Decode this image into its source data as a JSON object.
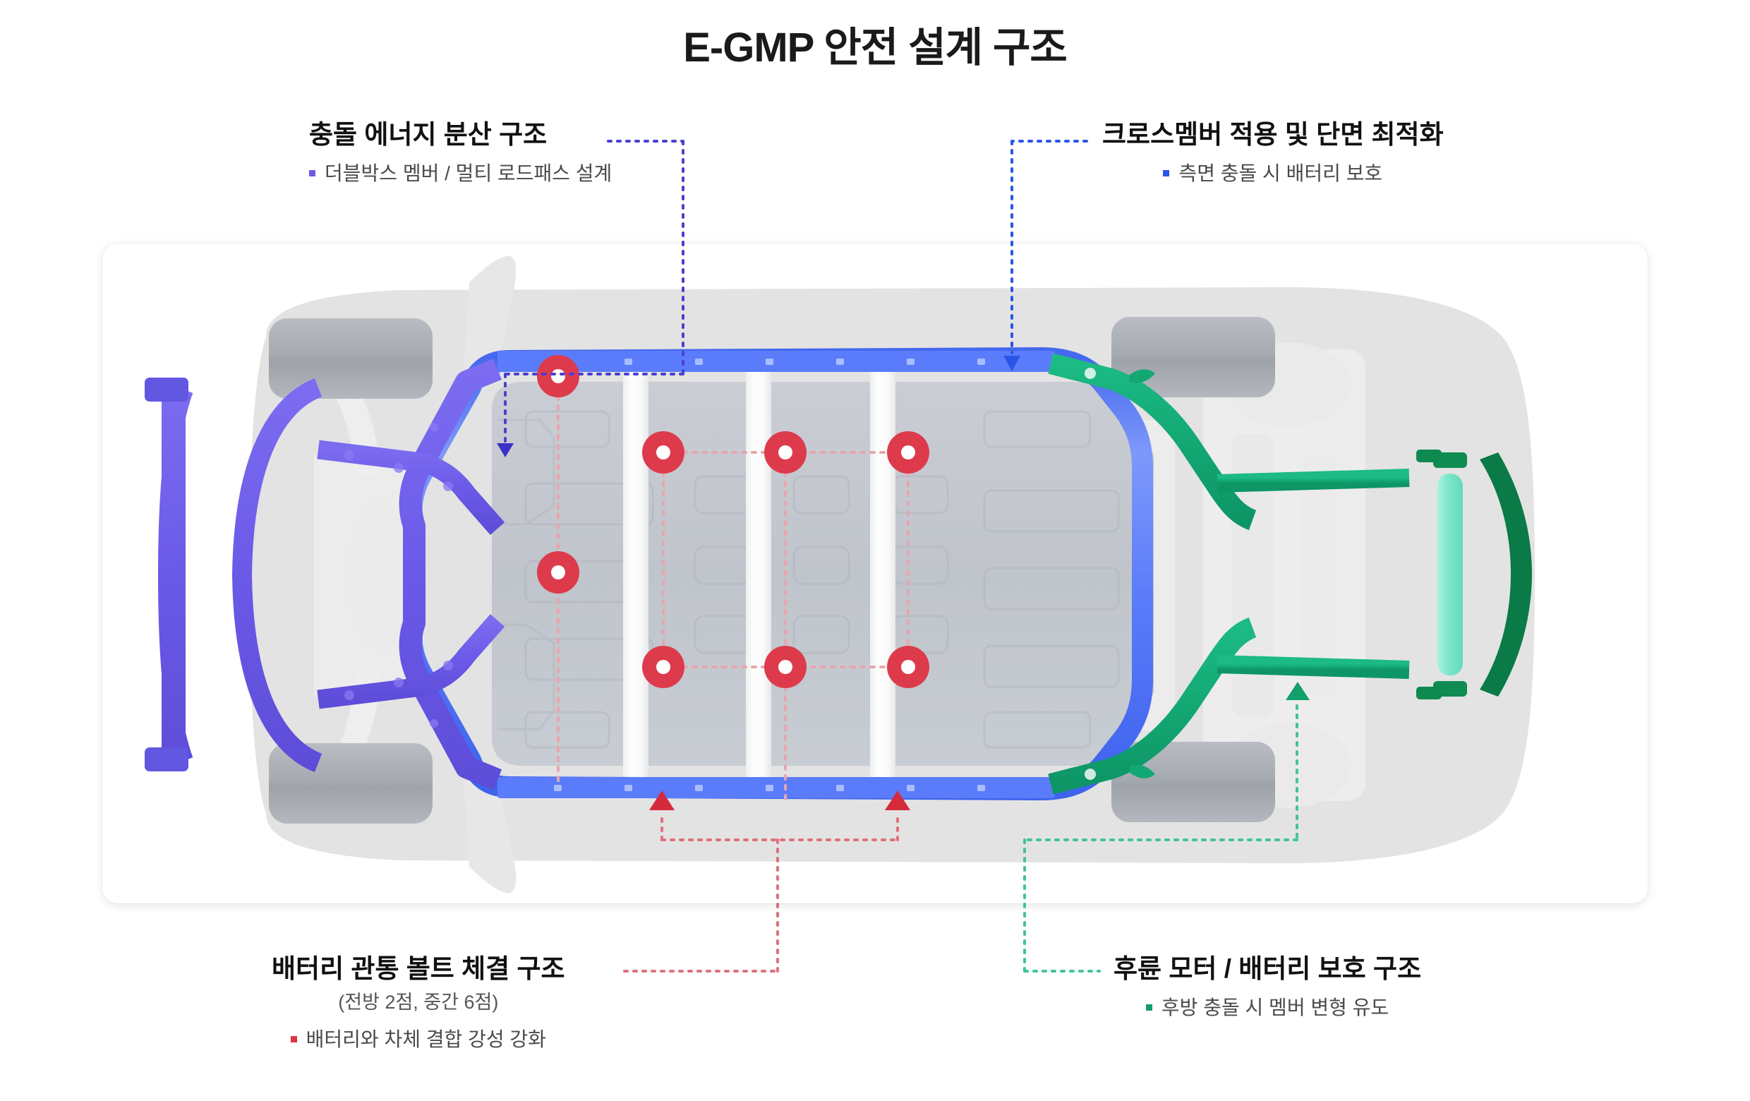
{
  "title": "E-GMP 안전 설계 구조",
  "callouts": {
    "top_left": {
      "title": "충돌 에너지 분산 구조",
      "bullet": "더블박스 멤버 / 멀티 로드패스 설계",
      "accent": "#6B5AE8"
    },
    "top_right": {
      "title": "크로스멤버 적용 및 단면 최적화",
      "bullet": "측면 충돌 시 배터리 보호",
      "accent": "#2B55E8"
    },
    "bottom_left": {
      "title": "배터리 관통 볼트 체결 구조",
      "subtitle": "(전방 2점, 중간 6점)",
      "bullet": "배터리와 차체 결합 강성 강화",
      "accent": "#DC3545"
    },
    "bottom_right": {
      "title": "후륜 모터 / 배터리 보호 구조",
      "bullet": "후방 충돌 시 멤버 변형 유도",
      "accent": "#12A06A"
    }
  },
  "diagram": {
    "front_structure_color": "#6B5AE8",
    "side_rail_color": "#5B7CFA",
    "rear_structure_color": "#13A873",
    "rear_bumper_color": "#0A7A46",
    "crash_tube_color": "#7FE8CC",
    "bolt_color": "#DD3B4C",
    "bolt_center_color": "#FFFFFF",
    "battery_pack_color": "#C2C6CE",
    "body_silhouette_color": "#E2E2E2",
    "wheel_color": "#A8ACB3",
    "crossmember_color": "#FAFAFA",
    "front_bolt_count": 2,
    "middle_bolt_count": 6,
    "crossmember_count": 3,
    "wheel_count": 4
  }
}
